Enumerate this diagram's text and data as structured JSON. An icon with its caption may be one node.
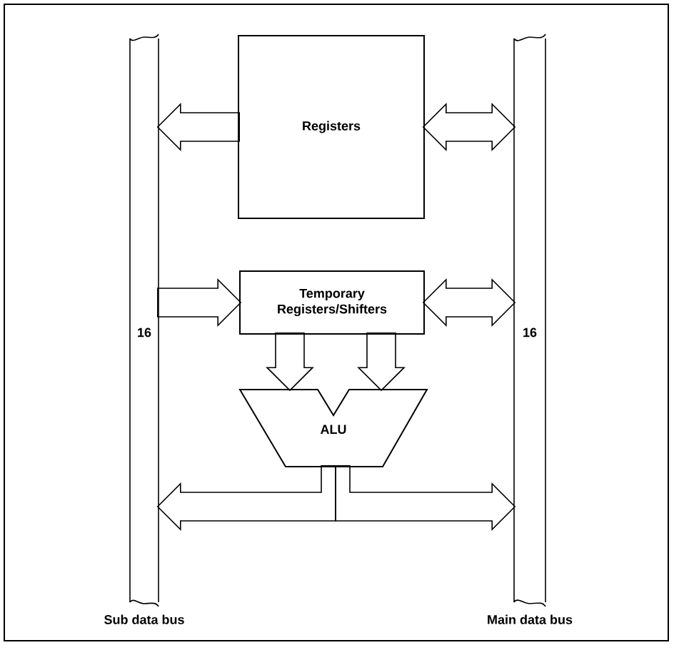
{
  "diagram": {
    "nodes": [
      {
        "text": [
          "16",
          "Sub data bus"
        ]
      },
      {
        "text": [
          "16",
          "Main data bus"
        ]
      },
      {
        "text": [
          "Registers"
        ]
      },
      {
        "text": [
          "Temporary Registers/Shifters"
        ]
      },
      {
        "text": [
          "ALU"
        ]
      }
    ],
    "edges": [
      {
        "from": 2,
        "to": 0,
        "arrow": "to"
      },
      {
        "from": 2,
        "to": 1,
        "arrow": "both"
      },
      {
        "from": 0,
        "to": 3,
        "arrow": "to"
      },
      {
        "from": 3,
        "to": 1,
        "arrow": "both"
      },
      {
        "from": 3,
        "to": 4,
        "arrow": "to"
      },
      {
        "from": 3,
        "to": 4,
        "arrow": "to"
      },
      {
        "from": 4,
        "to": 0,
        "arrow": "to"
      },
      {
        "from": 4,
        "to": 1,
        "arrow": "to"
      }
    ]
  }
}
